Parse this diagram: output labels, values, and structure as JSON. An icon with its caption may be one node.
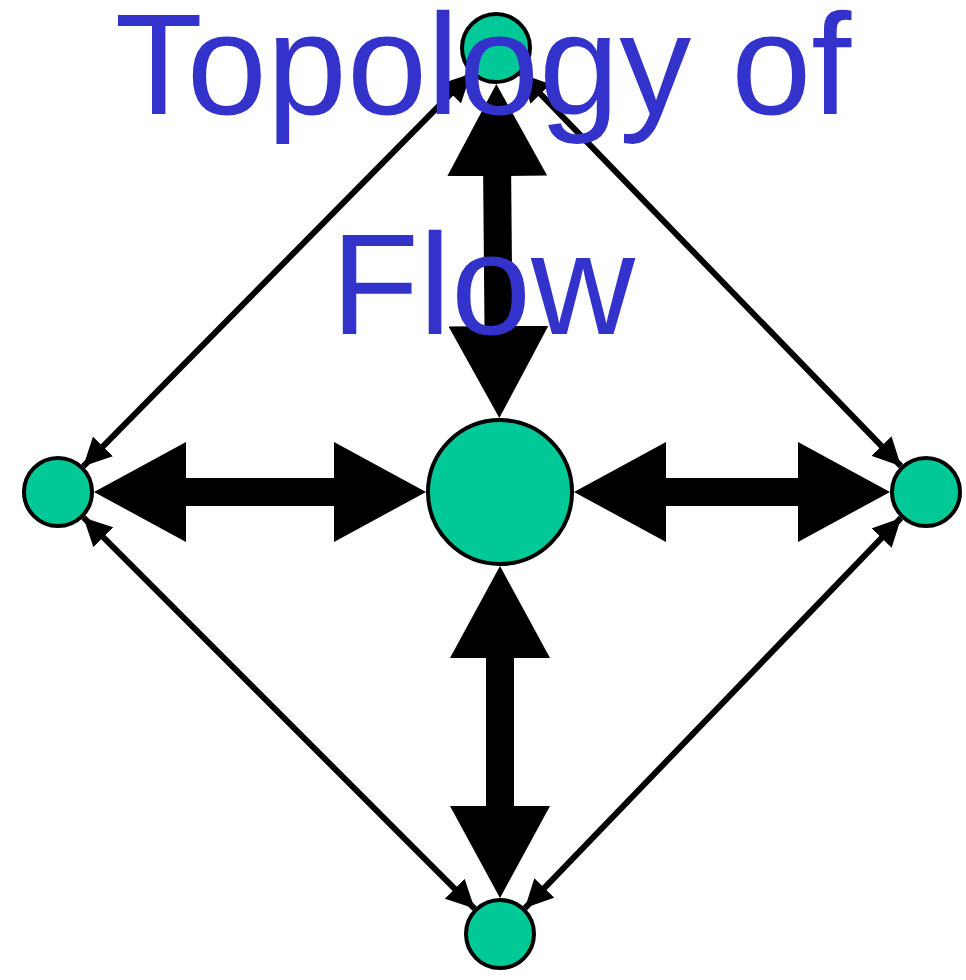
{
  "diagram": {
    "title": "Topology of Flow",
    "nodes": [
      {
        "text": [],
        "shape": "circle"
      },
      {
        "text": [],
        "shape": "circle"
      },
      {
        "text": [],
        "shape": "circle"
      },
      {
        "text": [],
        "shape": "circle"
      },
      {
        "text": [],
        "shape": "circle"
      }
    ],
    "edges": [
      {
        "from": 2,
        "to": 0,
        "arrow": "both",
        "style": "thick"
      },
      {
        "from": 2,
        "to": 1,
        "arrow": "both",
        "style": "thick"
      },
      {
        "from": 2,
        "to": 3,
        "arrow": "both",
        "style": "thick"
      },
      {
        "from": 2,
        "to": 4,
        "arrow": "both",
        "style": "thick"
      },
      {
        "from": 0,
        "to": 1,
        "arrow": "both"
      },
      {
        "from": 0,
        "to": 3,
        "arrow": "both"
      },
      {
        "from": 1,
        "to": 4,
        "arrow": "both"
      },
      {
        "from": 3,
        "to": 4,
        "arrow": "both"
      }
    ]
  }
}
